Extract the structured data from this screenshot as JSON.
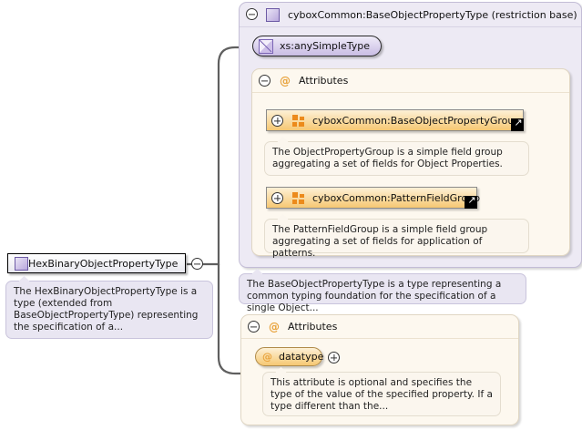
{
  "diagram": {
    "type": "xml-schema-diagram",
    "background_color": "#ffffff",
    "accent_purple": "#b9a8dd",
    "accent_orange": "#ec8a1b",
    "panel_purple_bg": "#edeaf4",
    "panel_cream_bg": "#fdf8ef"
  },
  "left_type": {
    "name": "HexBinaryObjectPropertyType",
    "icon": "complex-type-icon",
    "toggle": "collapse-minus-icon",
    "documentation": "The HexBinaryObjectPropertyType is a type (extended from BaseObjectPropertyType) representing the specification of a..."
  },
  "base_panel": {
    "title": "cyboxCommon:BaseObjectPropertyType (restriction base)",
    "icon": "complex-type-icon",
    "toggle": "collapse-minus-icon",
    "simple_type": {
      "label": "xs:anySimpleType",
      "icon": "simple-type-icon"
    },
    "attributes_section": {
      "label": "Attributes",
      "at_symbol": "@",
      "toggle": "collapse-minus-icon",
      "groups": [
        {
          "label": "cyboxCommon:BaseObjectPropertyGroup",
          "icon": "attribute-group-icon",
          "toggle": "expand-plus-icon",
          "external_link": "external-link-icon",
          "documentation": "The ObjectPropertyGroup is a simple field group aggregating a set of fields for Object Properties."
        },
        {
          "label": "cyboxCommon:PatternFieldGroup",
          "icon": "attribute-group-icon",
          "toggle": "expand-plus-icon",
          "external_link": "external-link-icon",
          "documentation": "The PatternFieldGroup is a simple field group aggregating a set of fields for application of patterns."
        }
      ]
    },
    "documentation": "The BaseObjectPropertyType is a type representing a common typing foundation for the specification of a single Object..."
  },
  "own_attributes_panel": {
    "label": "Attributes",
    "at_symbol": "@",
    "toggle": "collapse-minus-icon",
    "attributes": [
      {
        "name": "datatype",
        "at_symbol": "@",
        "toggle": "expand-plus-icon",
        "documentation": "This attribute is optional and specifies the type of the value of the specified property. If a type different than the..."
      }
    ]
  }
}
